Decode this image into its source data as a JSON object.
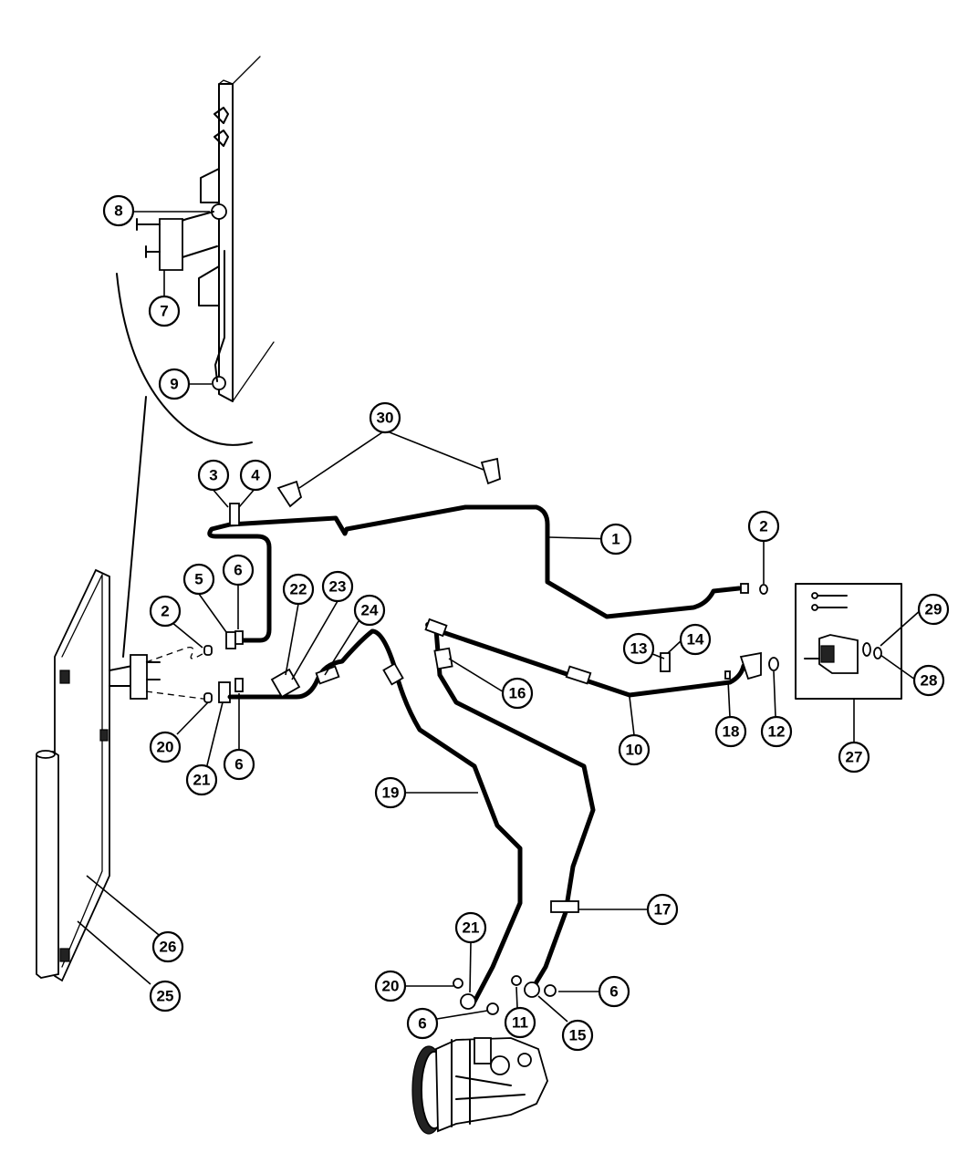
{
  "diagram": {
    "callouts": [
      "1",
      "2",
      "3",
      "4",
      "5",
      "6",
      "7",
      "8",
      "9",
      "10",
      "11",
      "12",
      "13",
      "14",
      "15",
      "16",
      "17",
      "18",
      "19",
      "20",
      "21",
      "22",
      "23",
      "24",
      "25",
      "26",
      "27",
      "28",
      "29",
      "30",
      "2",
      "6",
      "6",
      "6",
      "20",
      "21"
    ]
  }
}
